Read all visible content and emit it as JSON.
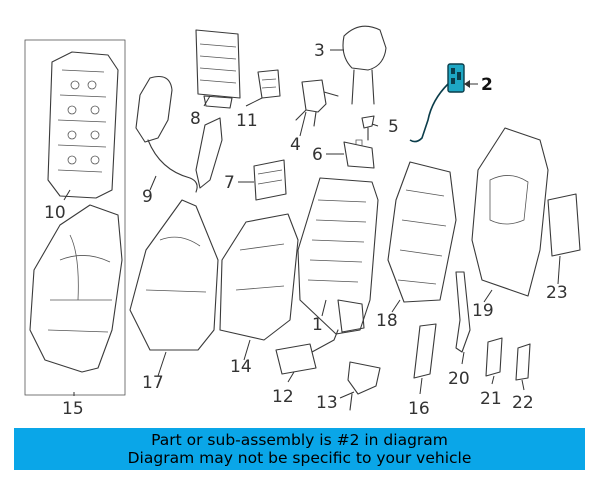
{
  "diagram": {
    "callouts": [
      {
        "id": "1",
        "label": "1"
      },
      {
        "id": "2",
        "label": "2"
      },
      {
        "id": "3",
        "label": "3"
      },
      {
        "id": "4",
        "label": "4"
      },
      {
        "id": "5",
        "label": "5"
      },
      {
        "id": "6",
        "label": "6"
      },
      {
        "id": "7",
        "label": "7"
      },
      {
        "id": "8",
        "label": "8"
      },
      {
        "id": "9",
        "label": "9"
      },
      {
        "id": "10",
        "label": "10"
      },
      {
        "id": "11",
        "label": "11"
      },
      {
        "id": "12",
        "label": "12"
      },
      {
        "id": "13",
        "label": "13"
      },
      {
        "id": "14",
        "label": "14"
      },
      {
        "id": "15",
        "label": "15"
      },
      {
        "id": "16",
        "label": "16"
      },
      {
        "id": "17",
        "label": "17"
      },
      {
        "id": "18",
        "label": "18"
      },
      {
        "id": "19",
        "label": "19"
      },
      {
        "id": "20",
        "label": "20"
      },
      {
        "id": "21",
        "label": "21"
      },
      {
        "id": "22",
        "label": "22"
      },
      {
        "id": "23",
        "label": "23"
      }
    ],
    "highlighted_part": "2",
    "highlight_color": "#1ea7c4"
  },
  "banner": {
    "line1": "Part or sub-assembly is #2 in diagram",
    "line2": "Diagram may not be specific to your vehicle",
    "background": "#0aa6e8"
  }
}
